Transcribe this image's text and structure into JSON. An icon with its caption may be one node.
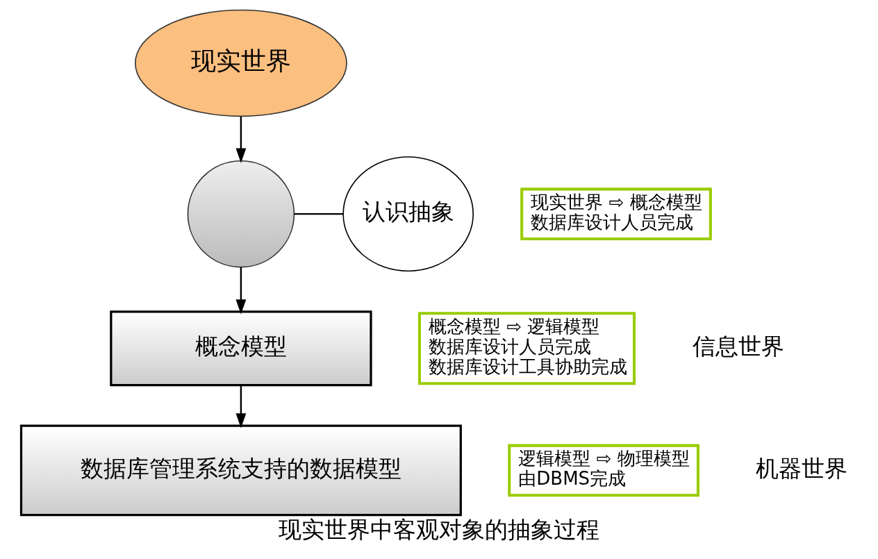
{
  "diagram": {
    "caption": "现实世界中客观对象的抽象过程",
    "nodes": [
      {
        "text": [
          "现实世界"
        ]
      },
      {
        "text": [],
        "shape": "circle"
      },
      {
        "text": [
          "认识抽象"
        ]
      },
      {
        "text": [
          "概念模型"
        ]
      },
      {
        "text": [
          "数据库管理系统支持的数据模型"
        ]
      },
      {
        "text": [
          "现实世界 ⇨ 概念模型",
          "数据库设计人员完成"
        ]
      },
      {
        "text": [
          "概念模型 ⇨ 逻辑模型",
          "数据库设计人员完成",
          "数据库设计工具协助完成"
        ]
      },
      {
        "text": [
          "逻辑模型 ⇨ 物理模型",
          "由DBMS完成"
        ]
      }
    ],
    "edges": [
      {
        "from": 0,
        "to": 1,
        "arrow": "to"
      },
      {
        "from": 2,
        "to": 1,
        "arrow": "none"
      },
      {
        "from": 1,
        "to": 3,
        "arrow": "to"
      },
      {
        "from": 3,
        "to": 4,
        "arrow": "to"
      }
    ],
    "labels": [
      "信息世界",
      "机器世界"
    ]
  }
}
